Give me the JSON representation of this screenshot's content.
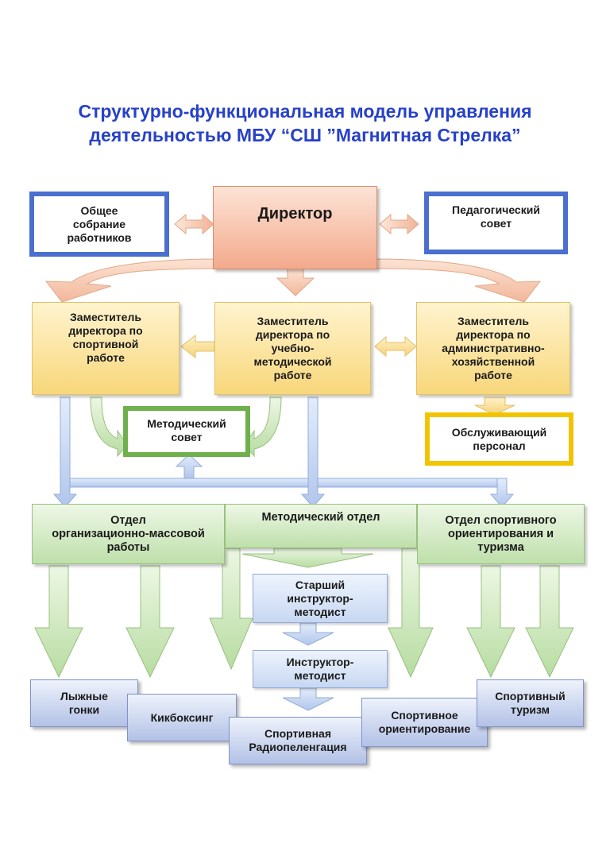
{
  "title": {
    "line1": "Структурно-функциональная модель управления",
    "line2": "деятельностью МБУ “СШ ”Магнитная Стрелка”"
  },
  "nodes": {
    "general_meeting": "Общее\nсобрание\nработников",
    "director": "Директор",
    "pedagogical_council": "Педагогический\nсовет",
    "deputy_sport": "Заместитель\nдиректора по\nспортивной\nработе",
    "deputy_methodical": "Заместитель\nдиректора по\nучебно-\nметодической\nработе",
    "deputy_admin": "Заместитель\nдиректора по\nадминистративно-\nхозяйственной\nработе",
    "methodical_council": "Методический\nсовет",
    "service_staff": "Обслуживающий\nперсонал",
    "dept_mass": "Отдел\nорганизационно-массовой\nработы",
    "dept_methodical": "Методический отдел",
    "dept_orienteering": "Отдел спортивного\nориентирования и\nтуризма",
    "senior_instructor": "Старший\nинструктор-\nметодист",
    "instructor": "Инструктор-\nметодист",
    "ski": "Лыжные\nгонки",
    "kickboxing": "Кикбоксинг",
    "radio": "Спортивная\nРадиопеленгация",
    "orienteering": "Спортивное\nориентирование",
    "tourism": "Спортивный\nтуризм"
  },
  "colors": {
    "title": "#2741c8",
    "blue_frame": "#4a6fcf",
    "green_frame": "#6fb04d",
    "gold_frame": "#f2c400"
  }
}
